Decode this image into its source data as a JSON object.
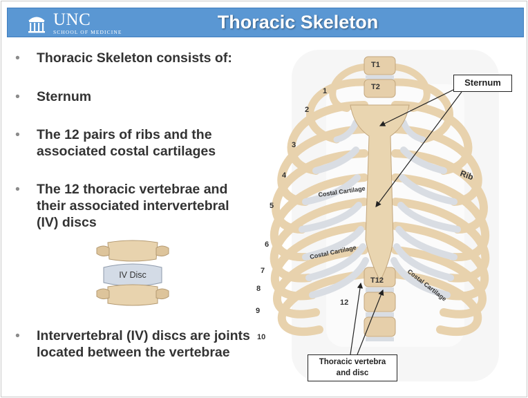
{
  "header": {
    "logo_name": "UNC",
    "logo_subtitle": "SCHOOL OF MEDICINE",
    "title": "Thoracic Skeleton",
    "bar_color": "#5a97d3"
  },
  "bullets": [
    {
      "text": "Thoracic Skeleton consists of:"
    },
    {
      "text": "Sternum"
    },
    {
      "text": "The 12 pairs of ribs and the associated costal cartilages"
    },
    {
      "text": "The 12 thoracic vertebrae and their associated intervertebral (IV) discs"
    },
    {
      "text": "Intervertebral (IV) discs are joints located between the vertebrae"
    }
  ],
  "disc_figure": {
    "label": "IV Disc"
  },
  "illustration": {
    "vertebra_labels": [
      "T1",
      "T2",
      "T12"
    ],
    "rib_numbers": [
      "1",
      "2",
      "3",
      "4",
      "5",
      "6",
      "7",
      "8",
      "9",
      "10",
      "12"
    ],
    "rib_label": "Rib",
    "costal_cartilage_label": "Costal Cartilage",
    "bone_color": "#e6cfaa",
    "cartilage_color": "#d9dde3"
  },
  "callouts": {
    "sternum": "Sternum",
    "vertebra_line1": "Thoracic vertebra",
    "vertebra_line2": "and disc"
  }
}
